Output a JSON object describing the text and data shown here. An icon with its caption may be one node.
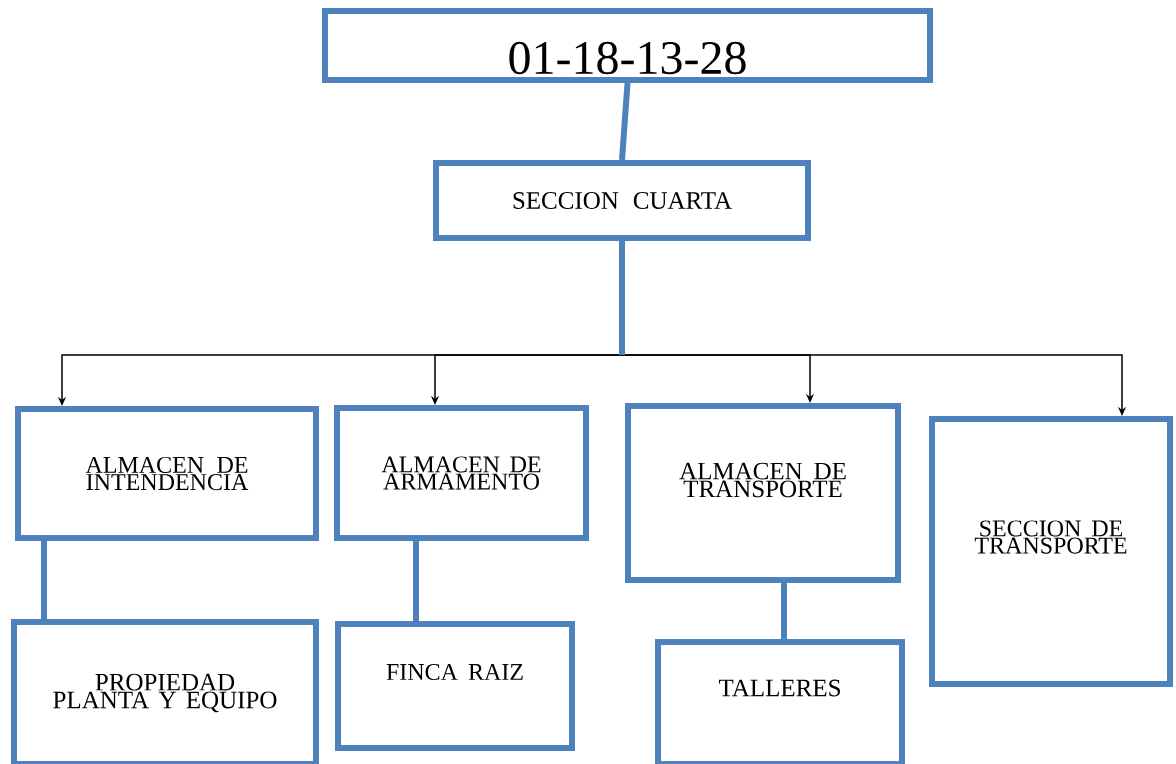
{
  "diagram": {
    "nodes": [
      {
        "text": [
          "01-18-13-28"
        ]
      },
      {
        "text": [
          "SECCION CUARTA"
        ]
      },
      {
        "text": [
          "ALMACEN DE INTENDENCIA"
        ]
      },
      {
        "text": [
          "ALMACEN DE ARMAMENTO"
        ]
      },
      {
        "text": [
          "ALMACEN DE TRANSPORTE"
        ]
      },
      {
        "text": [
          "SECCION DE TRANSPORTE"
        ]
      },
      {
        "text": [
          "PROPIEDAD PLANTA Y EQUIPO"
        ]
      },
      {
        "text": [
          "FINCA RAIZ"
        ]
      },
      {
        "text": [
          "TALLERES"
        ]
      }
    ],
    "edges": [
      {
        "from": 0,
        "to": 1,
        "arrow": "none",
        "style": "thick",
        "color": "#4f81bd"
      },
      {
        "from": 1,
        "to": 2,
        "arrow": "to",
        "color": "#000000"
      },
      {
        "from": 1,
        "to": 3,
        "arrow": "to",
        "color": "#000000"
      },
      {
        "from": 1,
        "to": 4,
        "arrow": "to",
        "color": "#000000"
      },
      {
        "from": 1,
        "to": 5,
        "arrow": "to",
        "color": "#000000"
      },
      {
        "from": 2,
        "to": 6,
        "arrow": "none",
        "style": "thick",
        "color": "#4f81bd"
      },
      {
        "from": 3,
        "to": 7,
        "arrow": "none",
        "style": "thick",
        "color": "#4f81bd"
      },
      {
        "from": 4,
        "to": 8,
        "arrow": "none",
        "style": "thick",
        "color": "#4f81bd"
      }
    ]
  }
}
